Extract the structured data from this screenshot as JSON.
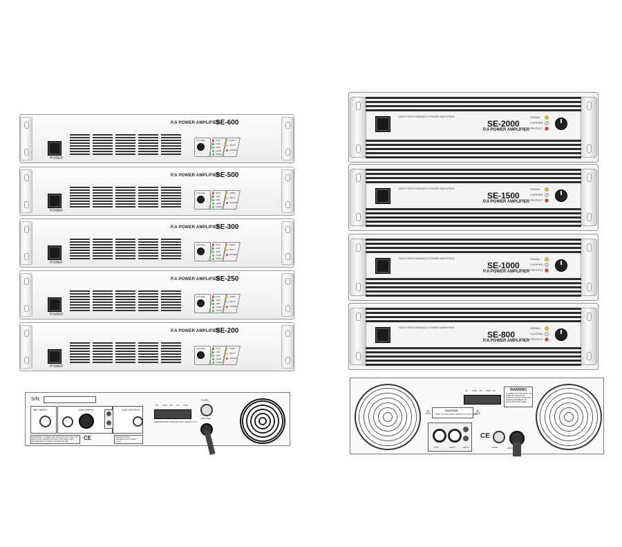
{
  "small_amps": [
    {
      "title": "P.A POWER AMPLIFIER",
      "model": "SE-600",
      "power_label": "POWER"
    },
    {
      "title": "P.A POWER AMPLIFIER",
      "model": "SE-500",
      "power_label": "POWER"
    },
    {
      "title": "P.A POWER AMPLIFIER",
      "model": "SE-300",
      "power_label": "POWER"
    },
    {
      "title": "P.A POWER AMPLIFIER",
      "model": "SE-250",
      "power_label": "POWER"
    },
    {
      "title": "P.A POWER AMPLIFIER",
      "model": "SE-200",
      "power_label": "POWER"
    }
  ],
  "small_panel": {
    "volume": "VOLUME",
    "leds": [
      "CLIP",
      "-3dB",
      "-6dB",
      "-10dB",
      "-15dB",
      "TEMP",
      "PROT",
      "POWER"
    ]
  },
  "big_amps": [
    {
      "model": "SE-2000",
      "subtitle": "P.A POWER AMPLIFIER",
      "tagline": "HIGH PERFORMANCE POWER AMPLIFIER"
    },
    {
      "model": "SE-1500",
      "subtitle": "P.A POWER AMPLIFIER",
      "tagline": "HIGH PERFORMANCE POWER AMPLIFIER"
    },
    {
      "model": "SE-1000",
      "subtitle": "P.A POWER AMPLIFIER",
      "tagline": "HIGH PERFORMANCE POWER AMPLIFIER"
    },
    {
      "model": "SE-800",
      "subtitle": "P.A POWER AMPLIFIER",
      "tagline": "HIGH PERFORMANCE POWER AMPLIFIER"
    }
  ],
  "big_panel": {
    "indicators": [
      "SIGNAL",
      "CLIPPING",
      "PROTECT"
    ]
  },
  "rear_small": {
    "sn": "S/N:",
    "mic_input": "MIC INPUT",
    "line_input": "LINE INPUT",
    "line_output": "LINE OUTPUT",
    "fuse": "FUSE",
    "terminals": [
      "0V",
      "COM",
      "70V",
      "4Ω",
      "100V"
    ],
    "warning": "WARNING: TO REDUCE THE RISK OF FIRE OR ELECTRIC SHOCK DO NOT EXPOSE THIS EQUIPMENT TO RAIN OR MOISTURE",
    "ce": "CE",
    "tech": "INNOVATIONAL TECHNOLOGY FROM U.S.A.",
    "voltage": "~220V 50Hz"
  },
  "rear_big": {
    "terminals": [
      "0V",
      "COM",
      "70V",
      "100V",
      "4Ω"
    ],
    "warning_title": "WARNING",
    "warning_text": "TO REDUCE THE RISK OF FIRE OR ELECTRIC SHOCK DO NOT EXPOSE THIS EQUIPMENT TO RAIN OR MOISTURE",
    "caution": "CAUTION",
    "caution_text": "RISK OF ELECTRIC SHOCK DO NOT OPEN",
    "ce": "CE",
    "link": "LINK",
    "input": "INPUT",
    "input2": "INPUT",
    "fuse": "FUSE",
    "voltage": "~220V"
  }
}
